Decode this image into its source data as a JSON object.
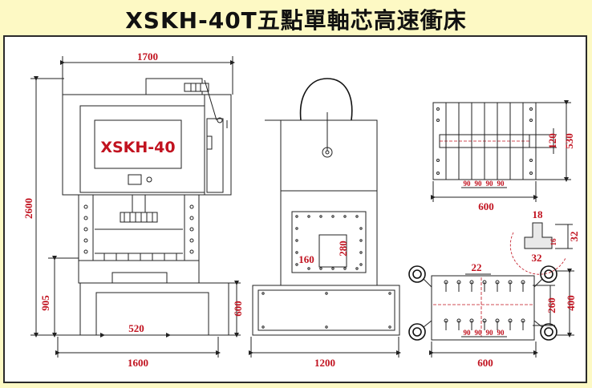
{
  "title": "XSKH-40T五點單軸芯高速衝床",
  "machine_label": "XSKH-40",
  "colors": {
    "background": "#fdf9c4",
    "dimension": "#c1121f",
    "label": "#c1121f",
    "line": "#222222"
  },
  "front_view": {
    "width_top": "1700",
    "height_total": "2600",
    "height_bed": "905",
    "height_base": "600",
    "width_opening": "520",
    "width_base": "1600"
  },
  "side_view": {
    "window_w": "160",
    "window_h": "280",
    "base_width": "1200"
  },
  "top_plate": {
    "height_outer": "530",
    "height_slot": "120",
    "slot_pitch": [
      "90",
      "90",
      "90",
      "90"
    ],
    "width": "600"
  },
  "t_slot": {
    "top": "18",
    "depth_small": "16",
    "height": "32",
    "bottom": "32"
  },
  "bolster": {
    "slot_width": "22",
    "height_inner": "260",
    "height_outer": "400",
    "slot_pitch": [
      "90",
      "90",
      "90",
      "90"
    ],
    "width": "600"
  }
}
